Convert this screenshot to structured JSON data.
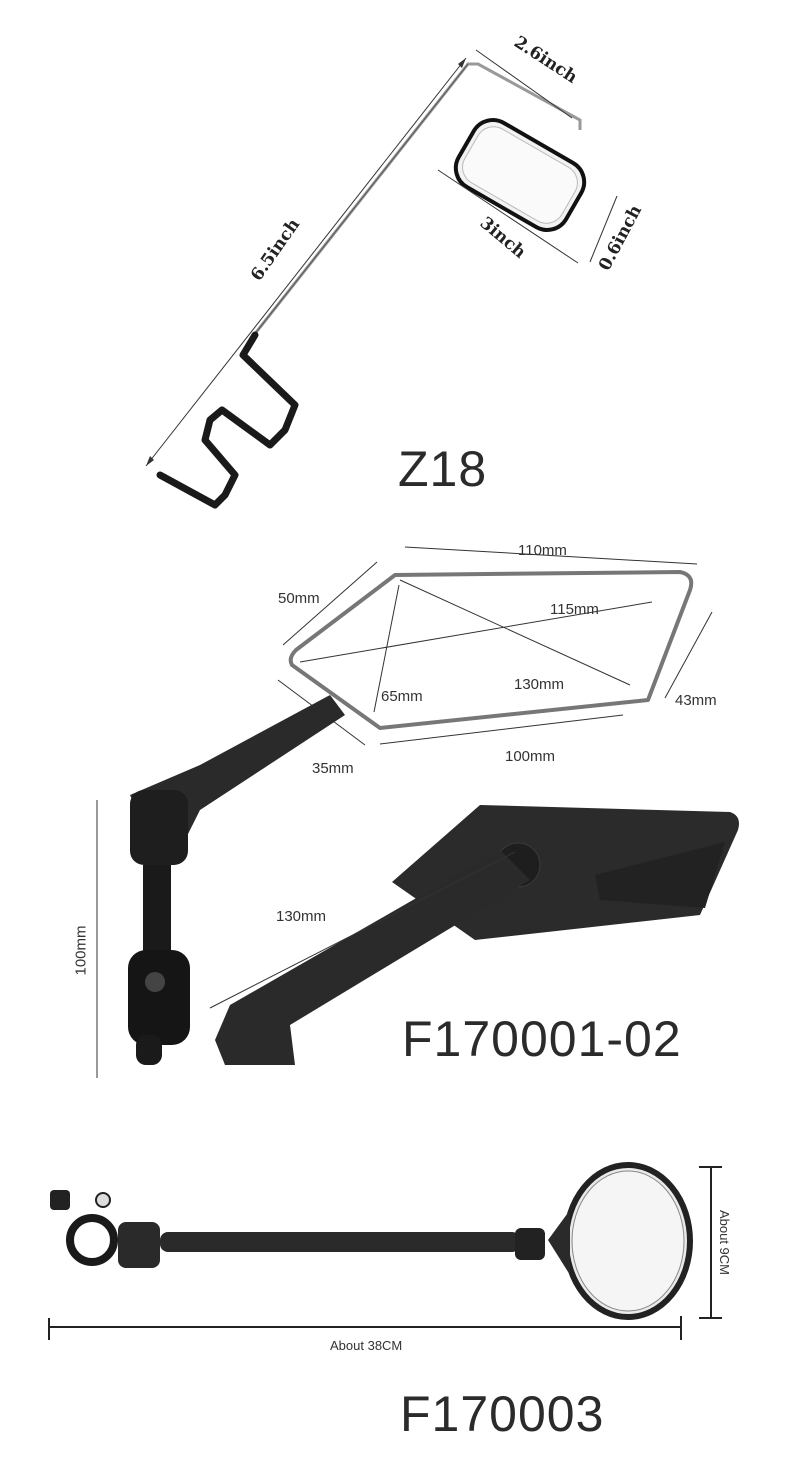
{
  "products": [
    {
      "model": "Z18",
      "type": "eyeglass-mounted mirror",
      "dimensions": {
        "arm_length": "6.5inch",
        "top_width": "2.6inch",
        "mirror_width": "3inch",
        "mirror_height": "0.6inch"
      }
    },
    {
      "model": "F170001-02",
      "type": "handlebar mirror (rhombus)",
      "dimensions": {
        "top_edge": "110mm",
        "left_edge": "50mm",
        "diagonal_long": "115mm",
        "diagonal_cross": "130mm",
        "inner_height": "65mm",
        "right_edge": "43mm",
        "bottom_edge": "100mm",
        "mount_width": "35mm",
        "side_height": "100mm",
        "arm_length": "130mm"
      }
    },
    {
      "model": "F170003",
      "type": "round handlebar mirror",
      "dimensions": {
        "total_length": "About 38CM",
        "mirror_diameter": "About 9CM"
      }
    }
  ]
}
